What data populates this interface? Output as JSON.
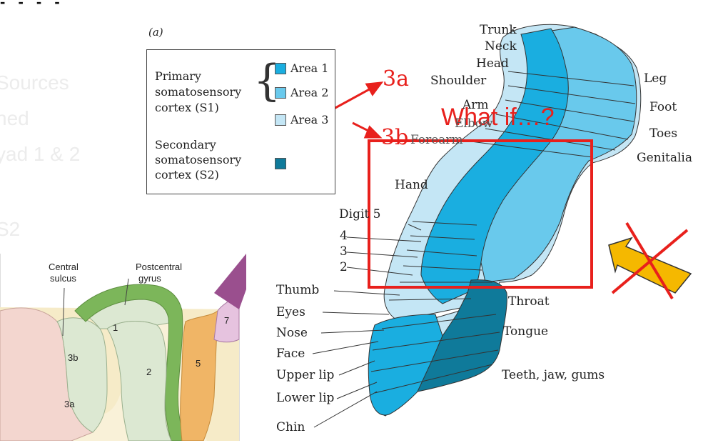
{
  "top_banner_fragment": "- - - -",
  "ghost_text": [
    "Sources",
    "hed",
    "yad 1 & 2",
    "S2"
  ],
  "panel_label": "(a)",
  "legend": {
    "primary": [
      "Primary",
      "somatosensory",
      "cortex (S1)"
    ],
    "areas": [
      {
        "label": "Area 1",
        "color": "#1aaee0"
      },
      {
        "label": "Area 2",
        "color": "#69c9ec"
      },
      {
        "label": "Area 3",
        "color": "#c4e6f5"
      }
    ],
    "secondary": [
      "Secondary",
      "somatosensory",
      "cortex (S2)"
    ],
    "secondary_color": "#0f7a9a"
  },
  "annotations": {
    "label_3a": "3a",
    "label_3b": "3b",
    "what_if": "What if…?",
    "annotation_color": "#e8201c"
  },
  "body_labels": {
    "trunk": "Trunk",
    "neck": "Neck",
    "head": "Head",
    "shoulder": "Shoulder",
    "arm": "Arm",
    "elbow": "Elbow",
    "forearm": "Forearm",
    "leg": "Leg",
    "foot": "Foot",
    "toes": "Toes",
    "genitalia": "Genitalia",
    "hand": "Hand",
    "digit5": "Digit 5",
    "d4": "4",
    "d3": "3",
    "d2": "2",
    "thumb": "Thumb",
    "eyes": "Eyes",
    "nose": "Nose",
    "face": "Face",
    "upper_lip": "Upper lip",
    "lower_lip": "Lower lip",
    "chin": "Chin",
    "throat": "Throat",
    "tongue": "Tongue",
    "teeth": "Teeth, jaw, gums"
  },
  "cross_section": {
    "central_sulcus": [
      "Central",
      "sulcus"
    ],
    "postcentral_gyrus": [
      "Postcentral",
      "gyrus"
    ],
    "areas": [
      "1",
      "3b",
      "2",
      "5",
      "7",
      "3a"
    ]
  }
}
